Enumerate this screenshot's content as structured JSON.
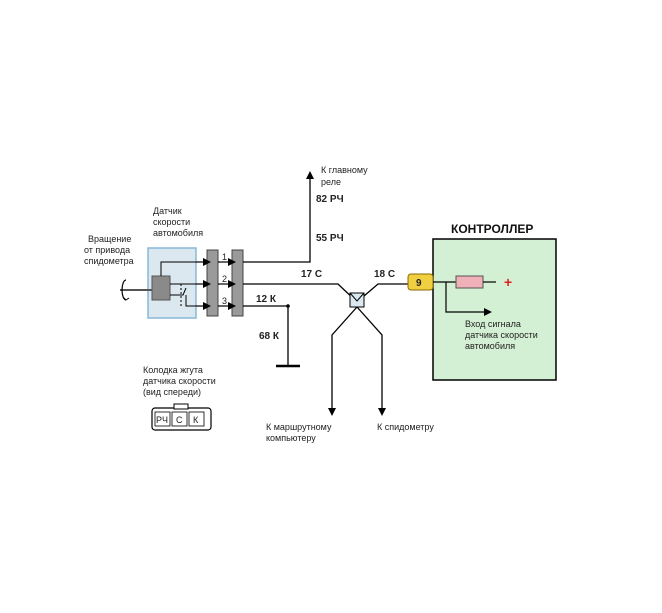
{
  "texts": {
    "relay_1": "К главному",
    "relay_2": "реле",
    "w82": "82 РЧ",
    "w55": "55 РЧ",
    "w17": "17 С",
    "w18": "18 С",
    "w12": "12 К",
    "w68": "68 К",
    "sensor_1": "Датчик",
    "sensor_2": "скорости",
    "sensor_3": "автомобиля",
    "rot_1": "Вращение",
    "rot_2": "от привода",
    "rot_3": "спидометра",
    "pin1": "1",
    "pin2": "2",
    "pin3": "3",
    "controller": "КОНТРОЛЛЕР",
    "pin9": "9",
    "plus": "+",
    "input_1": "Вход сигнала",
    "input_2": "датчика скорости",
    "input_3": "автомобиля",
    "harness_1": "Колодка жгута",
    "harness_2": "датчика скорости",
    "harness_3": "(вид спереди)",
    "conn_rch": "РЧ",
    "conn_c": "С",
    "conn_k": "К",
    "route_1": "К маршрутному",
    "route_2": "компьютеру",
    "speedo": "К спидометру"
  },
  "colors": {
    "wire": "#000000",
    "sensor_fill": "#dce8f0",
    "sensor_border": "#88b8d8",
    "connector_fill": "#9a9a9a",
    "controller_fill": "#d4f0d4",
    "pin9_fill": "#f0d040",
    "resistor_fill": "#f0b0b8",
    "plus": "#e02020"
  }
}
